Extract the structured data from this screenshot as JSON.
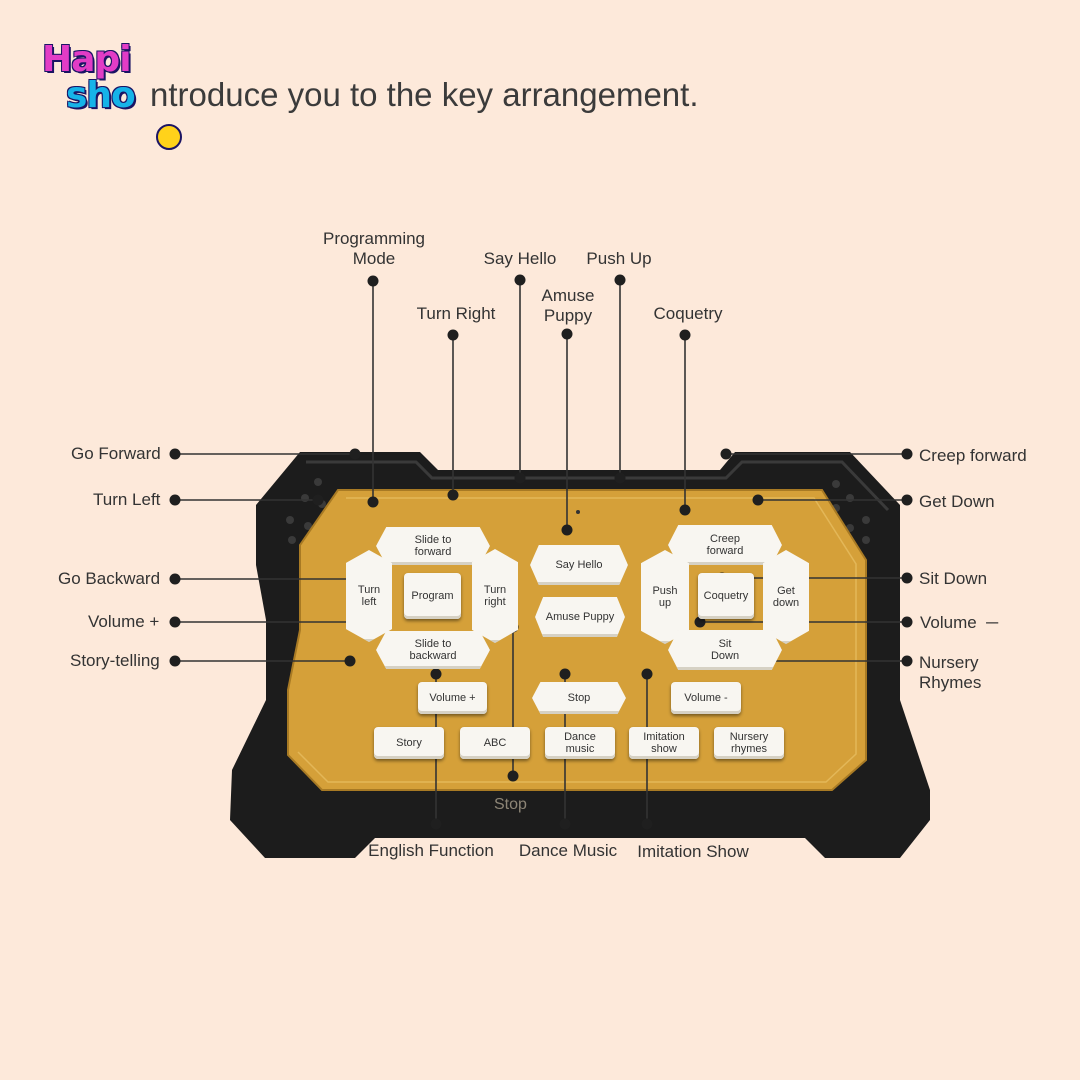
{
  "brand": {
    "logo_line1": "Hapi",
    "logo_line2": "sho",
    "colors": {
      "pink": "#e23cc6",
      "cyan": "#16b3e8",
      "navy": "#1b1464",
      "yellow": "#ffd21a"
    }
  },
  "heading": "ntroduce you to the key arrangement.",
  "colors": {
    "background": "#fde9da",
    "body": "#1c1c1c",
    "panel": "#d5a039",
    "button": "#f8f6f1",
    "line": "#333333"
  },
  "callouts": {
    "programming_mode": "Programming\nMode",
    "say_hello": "Say Hello",
    "push_up": "Push Up",
    "turn_right": "Turn Right",
    "amuse_puppy": "Amuse\nPuppy",
    "coquetry": "Coquetry",
    "go_forward": "Go Forward",
    "turn_left": "Turn Left",
    "go_backward": "Go Backward",
    "volume_plus": "Volume +",
    "story_telling": "Story-telling",
    "creep_forward": "Creep forward",
    "get_down": "Get Down",
    "sit_down": "Sit Down",
    "volume_minus": "Volume  ─",
    "nursery_rhymes": "Nursery\nRhymes",
    "english_function": "English Function",
    "dance_music": "Dance Music",
    "imitation_show": "Imitation Show"
  },
  "buttons": {
    "slide_forward": "Slide to\nforward",
    "turn_left": "Turn\nleft",
    "program": "Program",
    "turn_right": "Turn\nright",
    "slide_backward": "Slide to\nbackward",
    "say_hello": "Say Hello",
    "amuse_puppy": "Amuse Puppy",
    "creep_forward": "Creep\nforward",
    "push_up": "Push\nup",
    "coquetry": "Coquetry",
    "get_down": "Get\ndown",
    "sit_down": "Sit\nDown",
    "volume_plus": "Volume +",
    "stop": "Stop",
    "volume_minus": "Volume -",
    "story": "Story",
    "abc": "ABC",
    "dance_music": "Dance\nmusic",
    "imitation_show": "Imitation\nshow",
    "nursery_rhymes": "Nursery\nrhymes"
  },
  "panel_stop_label": "Stop"
}
